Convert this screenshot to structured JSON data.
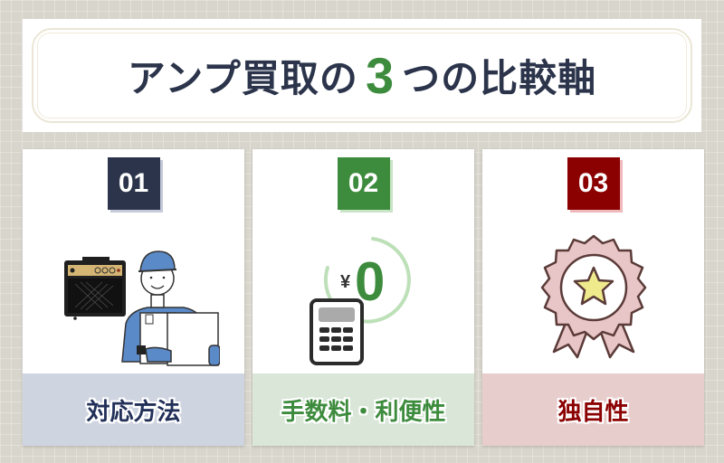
{
  "title": {
    "prefix": "アンプ買取の",
    "number": "3",
    "suffix": "つの比較軸",
    "text_color": "#2b344a",
    "accent_color": "#3d8b3d"
  },
  "cards": [
    {
      "number": "01",
      "label": "対応方法",
      "icon": "delivery-person-with-amp-icon",
      "badge_color": "#2b344a",
      "badge_shadow": "#c5cad8",
      "footer_bg": "#cfd4e1",
      "label_color": "#22305a"
    },
    {
      "number": "02",
      "label": "手数料・利便性",
      "icon": "calculator-zero-yen-icon",
      "illustration_text": "¥0",
      "badge_color": "#3d8b3d",
      "badge_shadow": "#c9e4c6",
      "footer_bg": "#d9e6d8",
      "label_color": "#3d8b3d"
    },
    {
      "number": "03",
      "label": "独自性",
      "icon": "award-ribbon-star-icon",
      "badge_color": "#8b0000",
      "badge_shadow": "#efb9bb",
      "footer_bg": "#e8cdcd",
      "label_color": "#8b0000"
    }
  ]
}
